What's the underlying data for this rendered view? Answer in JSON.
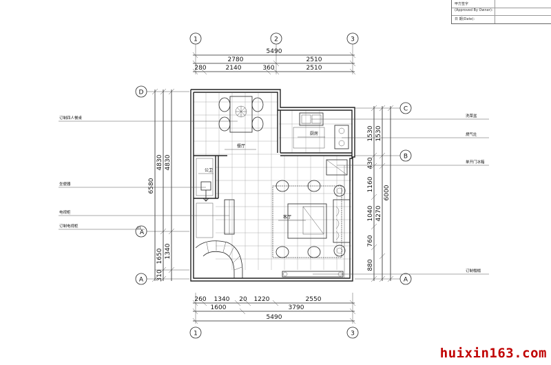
{
  "approval": {
    "owner_sign": "甲方签字",
    "approved_by_owner": "(Approved By Owner):",
    "date": "日 期(Date):"
  },
  "axes": {
    "top": [
      "1",
      "2",
      "3"
    ],
    "bottom": [
      "1",
      "3"
    ],
    "left": [
      "D",
      "A",
      "A"
    ],
    "left_sub": "01",
    "right": [
      "C",
      "B",
      "A"
    ]
  },
  "dims_top": {
    "total": "5490",
    "row2": [
      "2780",
      "2510"
    ],
    "row3": [
      "280",
      "2140",
      "360",
      "2510"
    ]
  },
  "dims_bottom": {
    "row1": [
      "260",
      "1340",
      "20",
      "1220",
      "2550"
    ],
    "row2": [
      "1600",
      "3790"
    ],
    "total": "5490"
  },
  "dims_left": {
    "outer": "6580",
    "mid": [
      "4830",
      "1650",
      "310"
    ],
    "inner": [
      "4830",
      "1340"
    ]
  },
  "dims_right": {
    "outer": "6000",
    "mid": [
      "1530",
      "430",
      "4270",
      "880"
    ],
    "inner": [
      "1530",
      "1160",
      "1040",
      "760"
    ]
  },
  "labels_left": [
    "订制四人餐桌",
    "坐便器",
    "电视柜",
    "订制电视柜"
  ],
  "labels_right": [
    "洗菜盆",
    "燃气灶",
    "单开门冰箱",
    "订制榻榻"
  ],
  "rooms": {
    "dining": "餐厅",
    "kitchen": "厨房",
    "bath": "公卫",
    "living": "客厅"
  },
  "watermark": "huixin163.com"
}
